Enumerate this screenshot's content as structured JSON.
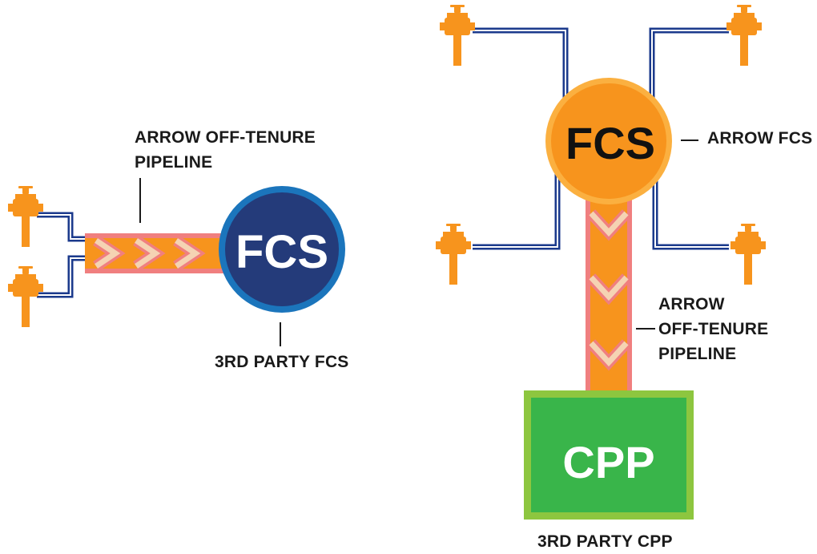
{
  "colors": {
    "orange": "#F7941D",
    "orange_ring": "#FBB040",
    "navy": "#243B7A",
    "navy_ring": "#1B75BC",
    "green": "#39B54A",
    "green_ring": "#8DC63F",
    "pipe_pink": "#F07F7F",
    "chevron": "#F5D3B3",
    "line_blue": "#1B3A8C",
    "text": "#1a1a1a"
  },
  "left": {
    "pipeline_label_line1": "ARROW  OFF-TENURE",
    "pipeline_label_line2": "PIPELINE",
    "fcs_text": "FCS",
    "fcs_caption": "3RD PARTY FCS"
  },
  "right": {
    "fcs_text": "FCS",
    "fcs_caption": "ARROW FCS",
    "pipeline_label_line1": "ARROW",
    "pipeline_label_line2": "OFF-TENURE",
    "pipeline_label_line3": "PIPELINE",
    "cpp_text": "CPP",
    "cpp_caption": "3RD PARTY CPP"
  },
  "icons": [
    "wellhead-icon",
    "chevron-icon"
  ]
}
